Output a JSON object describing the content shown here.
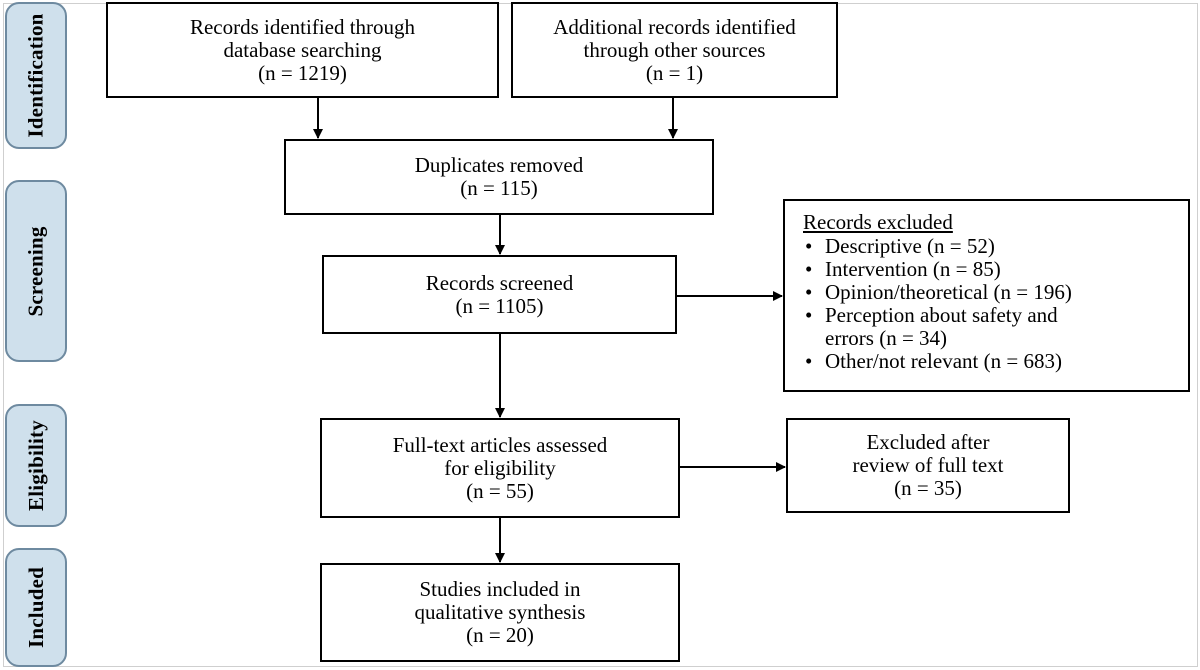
{
  "phases": {
    "identification": "Identification",
    "screening": "Screening",
    "eligibility": "Eligibility",
    "included": "Included"
  },
  "boxes": {
    "database": {
      "lines": [
        "Records identified through",
        "database searching",
        "(n = 1219)"
      ]
    },
    "other_sources": {
      "lines": [
        "Additional records identified",
        "through other sources",
        "(n = 1)"
      ]
    },
    "duplicates": {
      "lines": [
        "Duplicates removed",
        "(n = 115)"
      ]
    },
    "screened": {
      "lines": [
        "Records screened",
        "(n = 1105)"
      ]
    },
    "fulltext": {
      "lines": [
        "Full-text articles assessed",
        "for eligibility",
        "(n = 55)"
      ]
    },
    "excluded_fulltext": {
      "lines": [
        "Excluded after",
        "review of full text",
        "(n = 35)"
      ]
    },
    "included": {
      "lines": [
        "Studies included in",
        "qualitative synthesis",
        "(n = 20)"
      ]
    }
  },
  "records_excluded": {
    "title": "Records excluded",
    "bullet": "•",
    "items": [
      {
        "lines": [
          "Descriptive (n = 52)"
        ]
      },
      {
        "lines": [
          "Intervention (n = 85)"
        ]
      },
      {
        "lines": [
          "Opinion/theoretical (n = 196)"
        ]
      },
      {
        "lines": [
          "Perception about safety and",
          "errors (n = 34)"
        ]
      },
      {
        "lines": [
          "Other/not relevant (n = 683)"
        ]
      }
    ]
  }
}
